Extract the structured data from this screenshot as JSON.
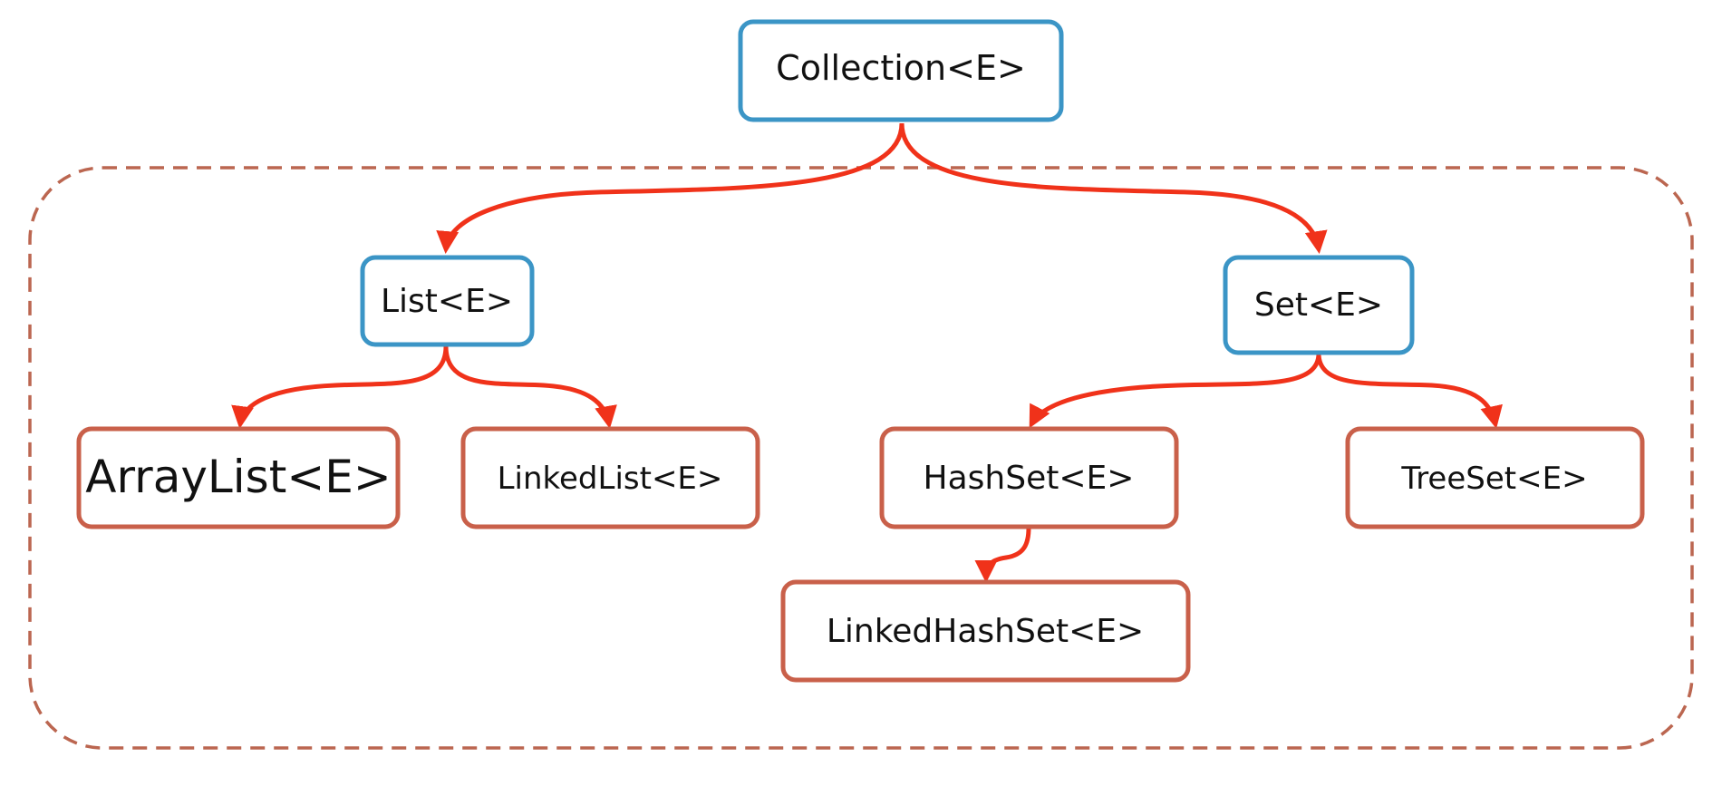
{
  "colors": {
    "interface_border": "#3b95c6",
    "class_border": "#c9604a",
    "arrow": "#f0321a",
    "group_border": "#bb6650",
    "text": "#111111",
    "background": "#ffffff"
  },
  "nodes": {
    "collection": {
      "label": "Collection<E>",
      "kind": "interface"
    },
    "list": {
      "label": "List<E>",
      "kind": "interface"
    },
    "set": {
      "label": "Set<E>",
      "kind": "interface"
    },
    "arraylist": {
      "label": "ArrayList<E>",
      "kind": "class"
    },
    "linkedlist": {
      "label": "LinkedList<E>",
      "kind": "class"
    },
    "hashset": {
      "label": "HashSet<E>",
      "kind": "class"
    },
    "treeset": {
      "label": "TreeSet<E>",
      "kind": "class"
    },
    "linkedhashset": {
      "label": "LinkedHashSet<E>",
      "kind": "class"
    }
  },
  "edges": [
    {
      "from": "collection",
      "to": "list"
    },
    {
      "from": "collection",
      "to": "set"
    },
    {
      "from": "list",
      "to": "arraylist"
    },
    {
      "from": "list",
      "to": "linkedlist"
    },
    {
      "from": "set",
      "to": "hashset"
    },
    {
      "from": "set",
      "to": "treeset"
    },
    {
      "from": "hashset",
      "to": "linkedhashset"
    }
  ]
}
